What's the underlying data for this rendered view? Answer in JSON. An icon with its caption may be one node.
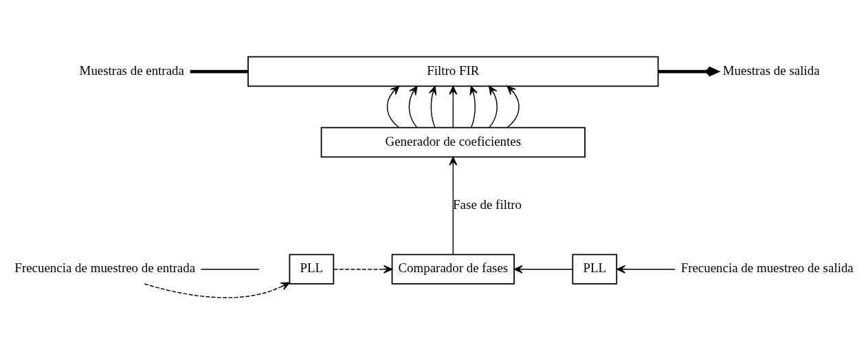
{
  "diagram": {
    "nodes": [
      {
        "text": [
          "Muestras de entrada"
        ]
      },
      {
        "text": [
          "Filtro FIR"
        ]
      },
      {
        "text": [
          "Muestras de salida"
        ]
      },
      {
        "text": [
          "Generador de coeficientes"
        ]
      },
      {
        "text": [
          "Frecuencia de muestreo de entrada"
        ]
      },
      {
        "text": [
          "PLL"
        ]
      },
      {
        "text": [
          "Comparador de fases"
        ]
      },
      {
        "text": [
          "PLL"
        ]
      },
      {
        "text": [
          "Frecuencia de muestreo de salida"
        ]
      }
    ],
    "edges": [
      {
        "from": 0,
        "to": 1,
        "arrow": "none",
        "style": "thick"
      },
      {
        "from": 1,
        "to": 2,
        "arrow": "to",
        "style": "thick"
      },
      {
        "from": 3,
        "to": 1,
        "arrow": "to"
      },
      {
        "from": 3,
        "to": 1,
        "arrow": "to"
      },
      {
        "from": 3,
        "to": 1,
        "arrow": "to"
      },
      {
        "from": 3,
        "to": 1,
        "arrow": "to"
      },
      {
        "from": 3,
        "to": 1,
        "arrow": "to"
      },
      {
        "from": 3,
        "to": 1,
        "arrow": "to"
      },
      {
        "from": 3,
        "to": 1,
        "arrow": "to"
      },
      {
        "from": 6,
        "to": 3,
        "arrow": "to",
        "label": "Fase de filtro"
      },
      {
        "from": 4,
        "to": 5,
        "arrow": "to",
        "style": "dashed"
      },
      {
        "from": 5,
        "to": 6,
        "arrow": "to",
        "style": "dashed"
      },
      {
        "from": 4,
        "to": null,
        "arrow": "none"
      },
      {
        "from": 8,
        "to": 7,
        "arrow": "to"
      },
      {
        "from": 7,
        "to": 6,
        "arrow": "to"
      }
    ]
  }
}
